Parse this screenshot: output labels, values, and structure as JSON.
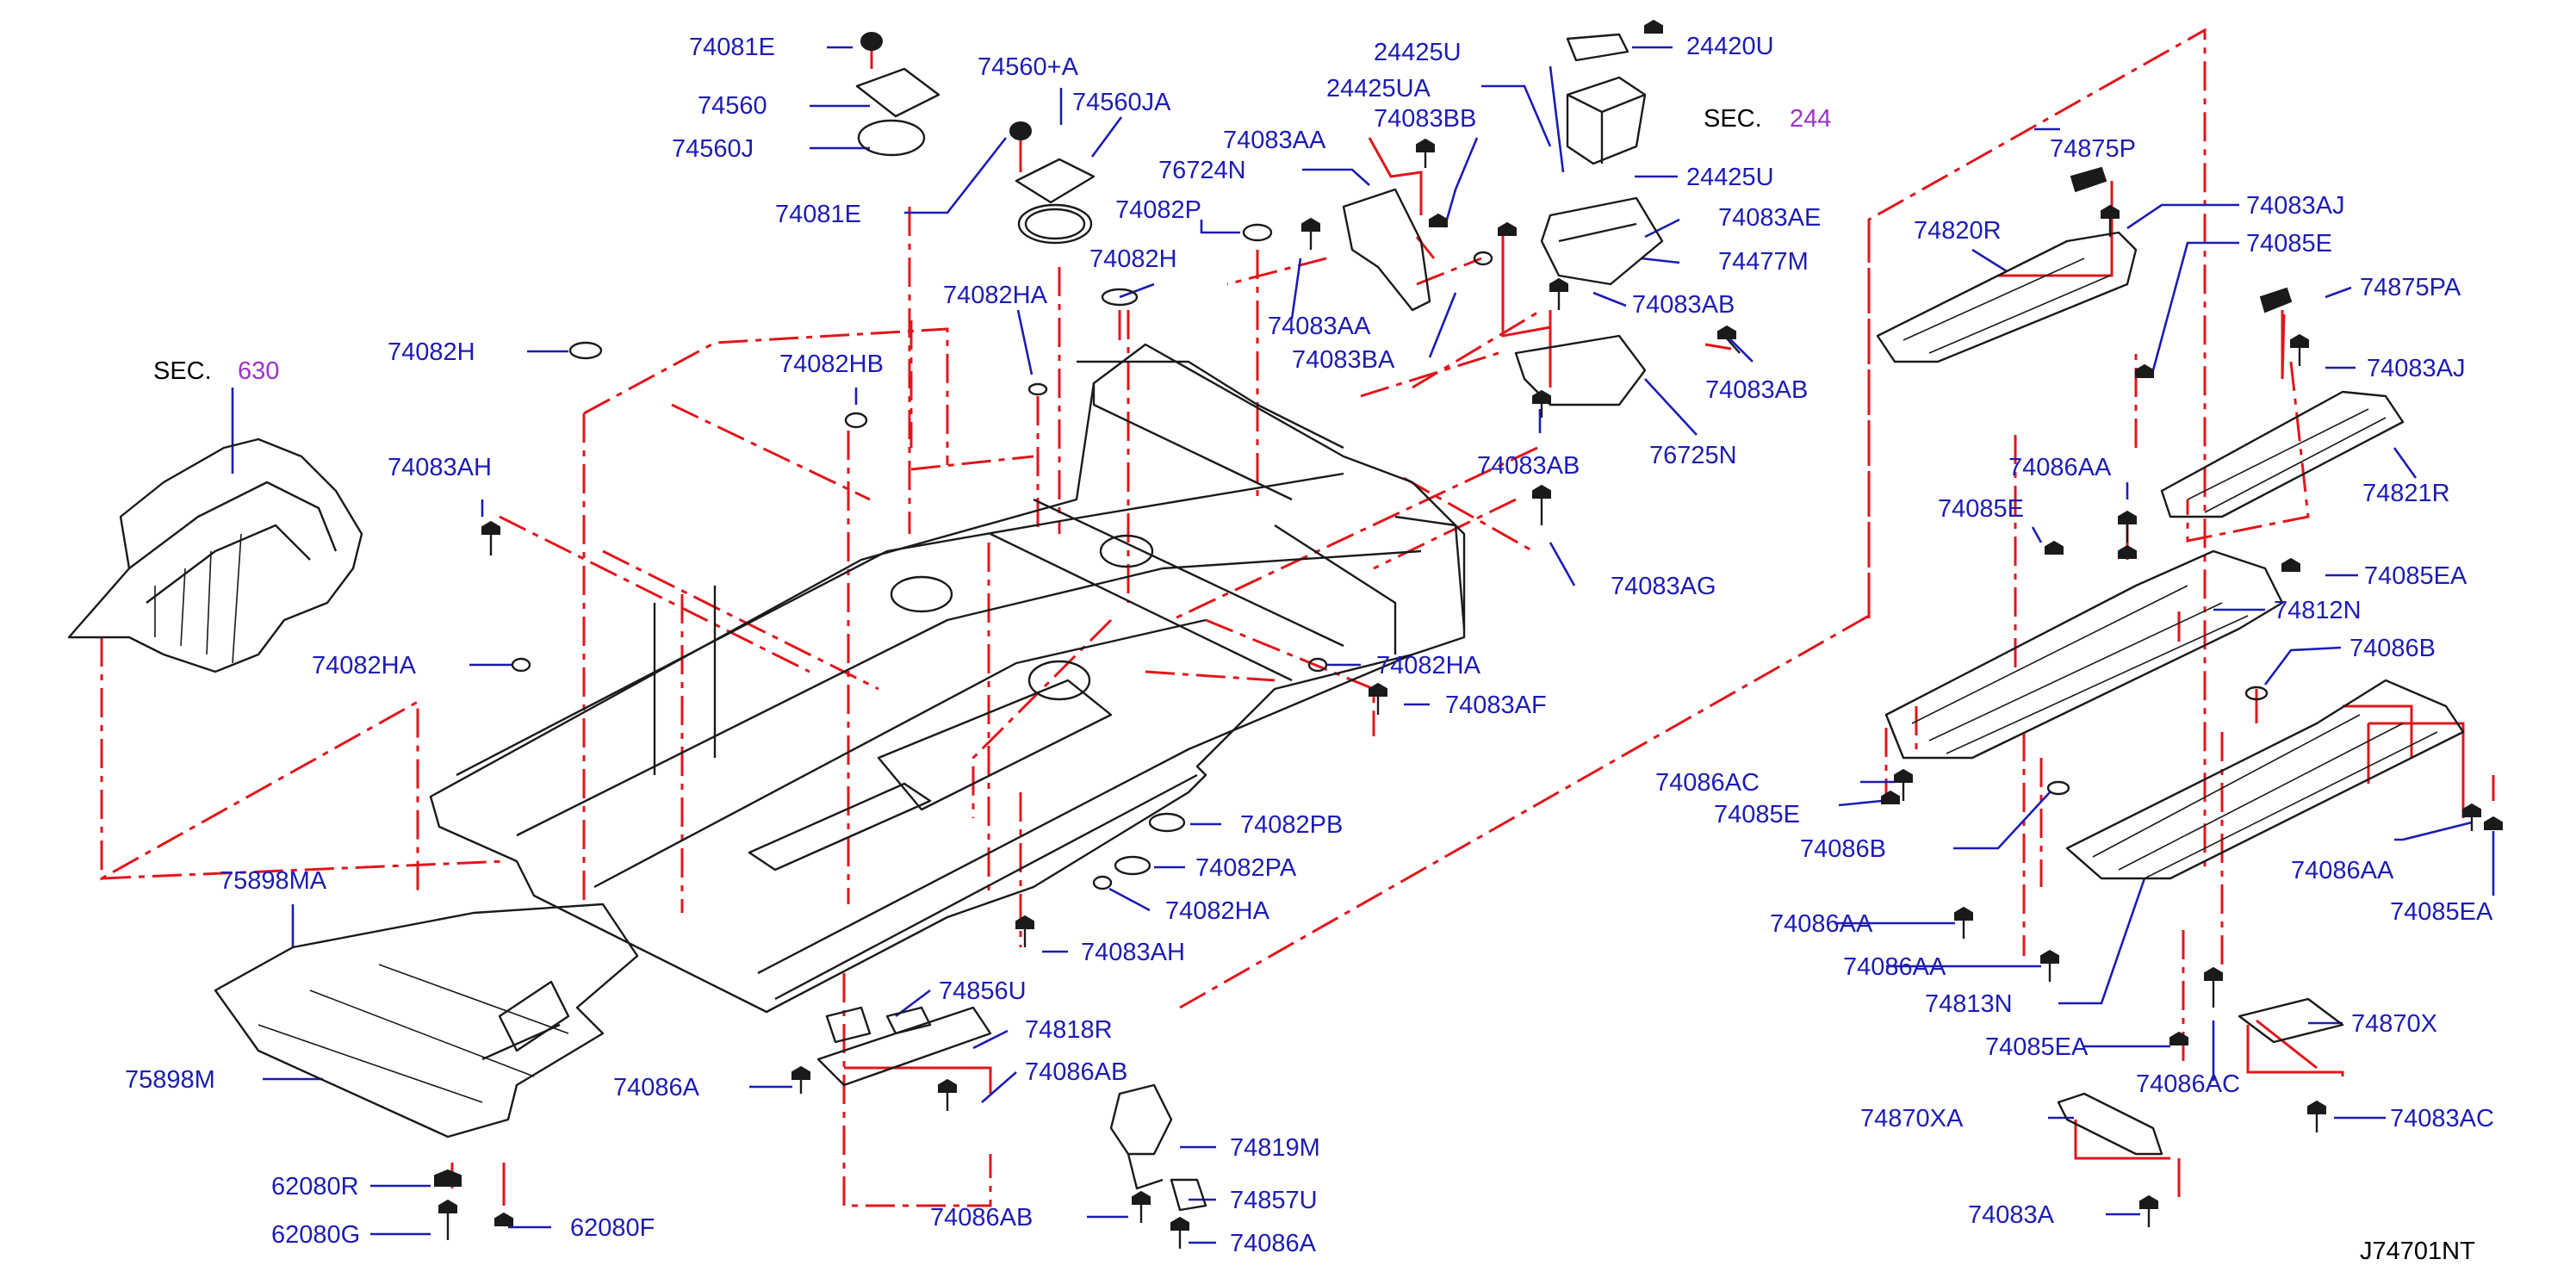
{
  "diagram": {
    "code": "J74701NT",
    "section_refs": [
      {
        "prefix": "SEC.",
        "number": "630"
      },
      {
        "prefix": "SEC.",
        "number": "244"
      }
    ],
    "labels": {
      "p74081E_a": "74081E",
      "p74560": "74560",
      "p74560J": "74560J",
      "p74081E_b": "74081E",
      "p74560A": "74560+A",
      "p74560JA": "74560JA",
      "p74082P": "74082P",
      "p74082H_a": "74082H",
      "p74082HA_a": "74082HA",
      "p74082HB": "74082HB",
      "p74082H_b": "74082H",
      "p74083AH_a": "74083AH",
      "p74082HA_b": "74082HA",
      "p74083AA_a": "74083AA",
      "p76724N": "76724N",
      "p74083BB": "74083BB",
      "p74083AA_b": "74083AA",
      "p74083BA": "74083BA",
      "p24425U_a": "24425U",
      "p24425UA": "24425UA",
      "p24420U": "24420U",
      "p24425U_b": "24425U",
      "p74083AE": "74083AE",
      "p74477M": "74477M",
      "p74083AB_a": "74083AB",
      "p74083AB_b": "74083AB",
      "p74083AB_c": "74083AB",
      "p76725N": "76725N",
      "p74083AG": "74083AG",
      "p74082HA_c": "74082HA",
      "p74083AF": "74083AF",
      "p74082PB": "74082PB",
      "p74082PA": "74082PA",
      "p74082HA_d": "74082HA",
      "p74083AH_b": "74083AH",
      "p74856U": "74856U",
      "p74818R": "74818R",
      "p74086AB_a": "74086AB",
      "p74086A_a": "74086A",
      "p74819M": "74819M",
      "p74857U": "74857U",
      "p74086AB_b": "74086AB",
      "p74086A_b": "74086A",
      "p75898MA": "75898MA",
      "p75898M": "75898M",
      "p62080R": "62080R",
      "p62080G": "62080G",
      "p62080F": "62080F",
      "p74875P": "74875P",
      "p74820R": "74820R",
      "p74083AJ_a": "74083AJ",
      "p74085E_a": "74085E",
      "p74875PA": "74875PA",
      "p74083AJ_b": "74083AJ",
      "p74086AA_a": "74086AA",
      "p74821R": "74821R",
      "p74085E_b": "74085E",
      "p74085EA_a": "74085EA",
      "p74812N": "74812N",
      "p74086B_a": "74086B",
      "p74086AC_a": "74086AC",
      "p74085E_c": "74085E",
      "p74086B_b": "74086B",
      "p74086AA_b": "74086AA",
      "p74085EA_b": "74085EA",
      "p74086AA_c": "74086AA",
      "p74086AA_d": "74086AA",
      "p74813N": "74813N",
      "p74085EA_c": "74085EA",
      "p74086AC_b": "74086AC",
      "p74870X": "74870X",
      "p74870XA": "74870XA",
      "p74083AC": "74083AC",
      "p74083A": "74083A"
    },
    "colors": {
      "label": "#1c1cb4",
      "callout": "#e0161c",
      "section_number": "#9a33c8",
      "linework": "#1a1a1a"
    }
  }
}
